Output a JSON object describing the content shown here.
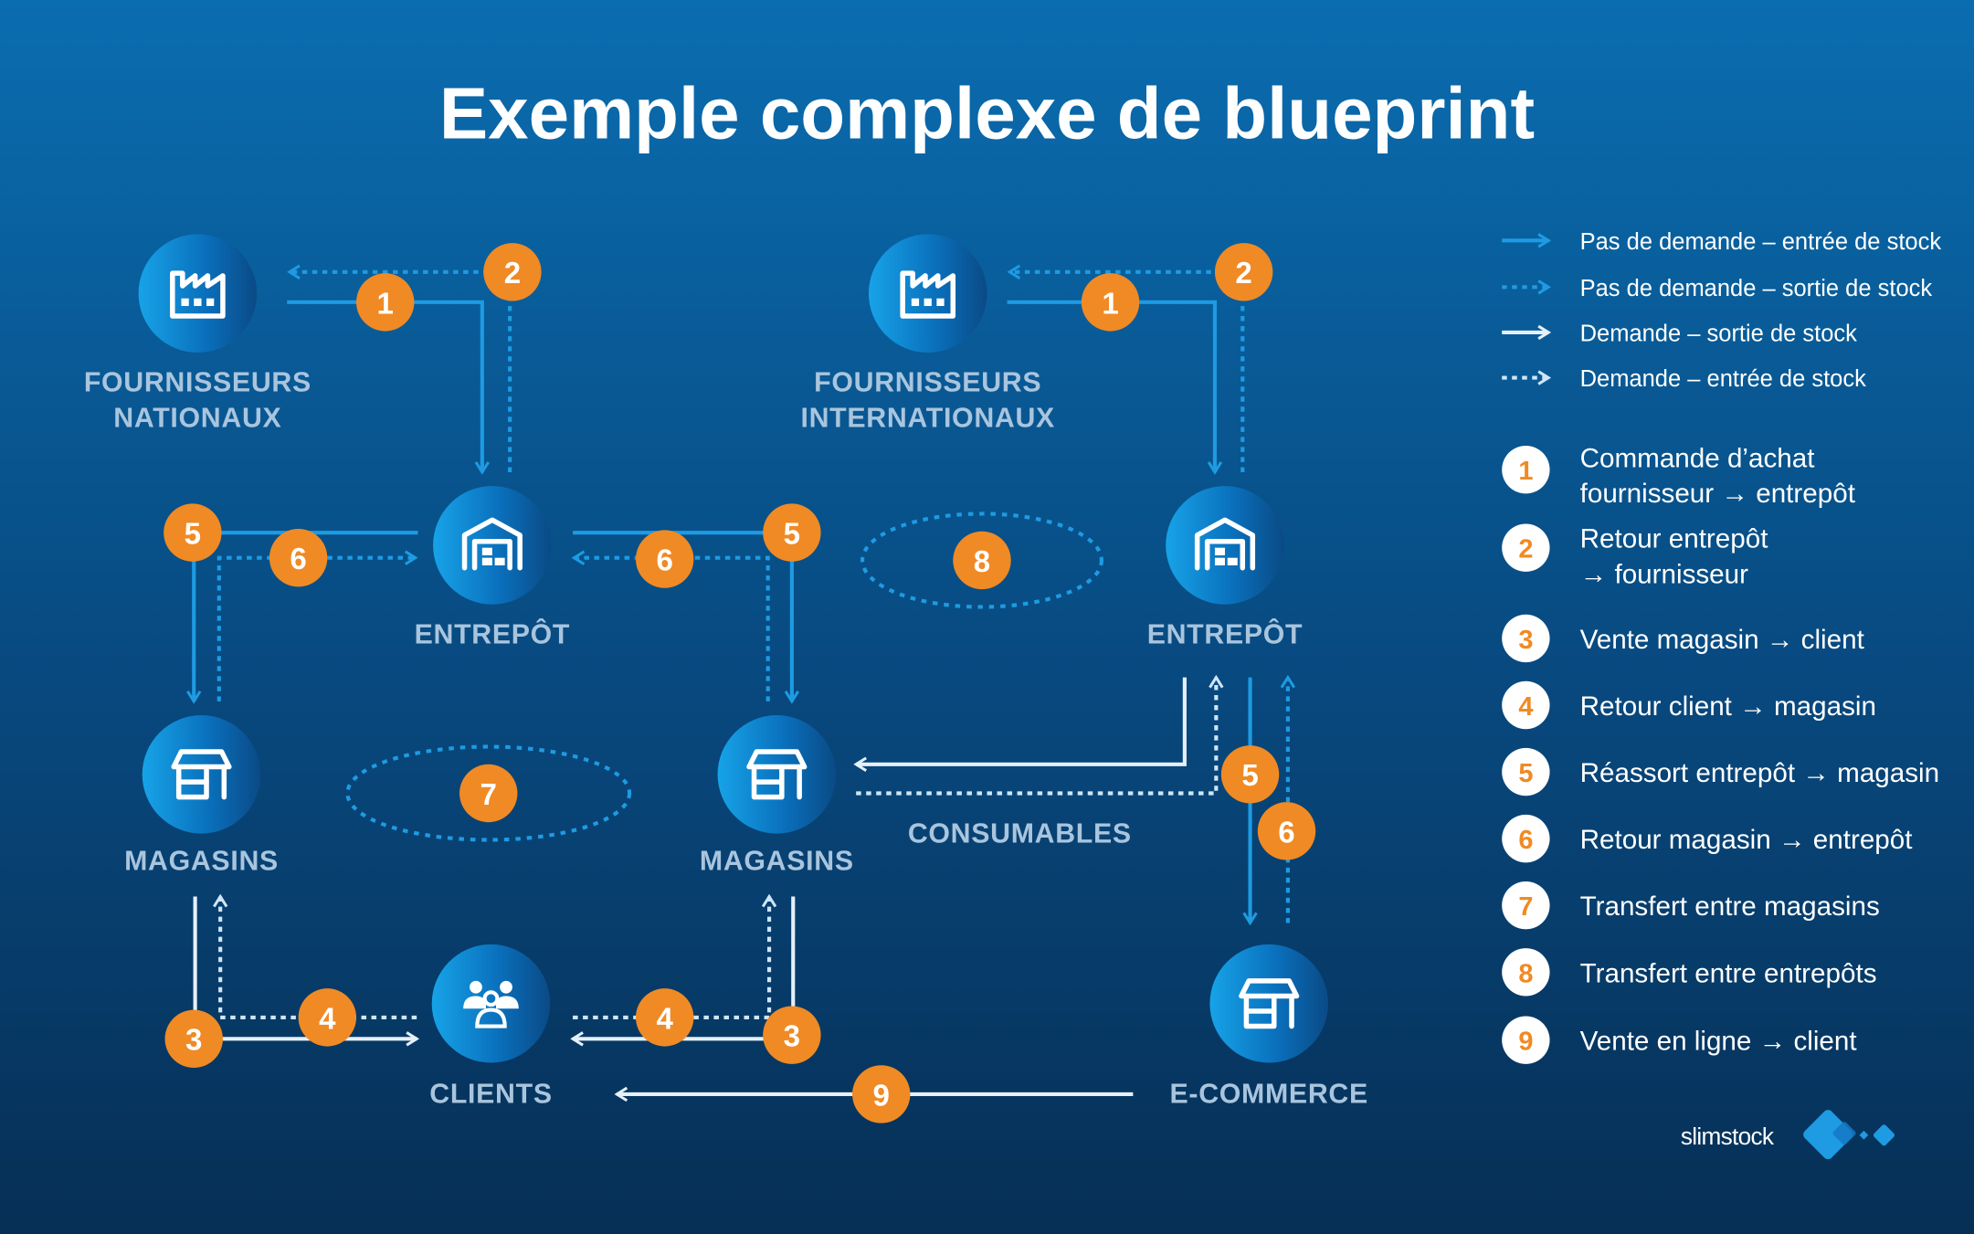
{
  "title": "Exemple complexe de blueprint",
  "colors": {
    "background_top": "#0a6db0",
    "background_bottom": "#073258",
    "accent_orange": "#f08a24",
    "flow_blue": "#1e9be2",
    "flow_white": "#e6f0f8",
    "node_label": "#a9c5de"
  },
  "nodes": {
    "fournisseurs_nationaux": {
      "line1": "FOURNISSEURS",
      "line2": "NATIONAUX",
      "icon": "factory-icon"
    },
    "fournisseurs_internationaux": {
      "line1": "FOURNISSEURS",
      "line2": "INTERNATIONAUX",
      "icon": "factory-icon"
    },
    "entrepot_1": {
      "label": "ENTREPÔT",
      "icon": "warehouse-icon"
    },
    "entrepot_2": {
      "label": "ENTREPÔT",
      "icon": "warehouse-icon"
    },
    "magasins_1": {
      "label": "MAGASINS",
      "icon": "store-icon"
    },
    "magasins_2": {
      "label": "MAGASINS",
      "icon": "store-icon"
    },
    "clients": {
      "label": "CLIENTS",
      "icon": "people-icon"
    },
    "ecommerce": {
      "label": "E-COMMERCE",
      "icon": "store-icon"
    },
    "consumables": {
      "label": "CONSUMABLES"
    }
  },
  "badges": {
    "b1": "1",
    "b2": "2",
    "b3": "3",
    "b4": "4",
    "b5": "5",
    "b6": "6",
    "b7": "7",
    "b8": "8",
    "b9": "9"
  },
  "legend": {
    "line_types": [
      {
        "label": "Pas de demande – entrée de stock",
        "style": "solid-blue"
      },
      {
        "label": "Pas de demande – sortie de stock",
        "style": "dotted-blue"
      },
      {
        "label": "Demande – sortie de stock",
        "style": "solid-white"
      },
      {
        "label": "Demande – entrée de stock",
        "style": "dotted-white"
      }
    ],
    "steps": [
      {
        "num": "1",
        "line1": "Commande d’achat",
        "line2": "fournisseur → entrepôt"
      },
      {
        "num": "2",
        "line1": "Retour entrepôt",
        "line2": "→ fournisseur"
      },
      {
        "num": "3",
        "line1": "Vente magasin → client"
      },
      {
        "num": "4",
        "line1": "Retour client → magasin"
      },
      {
        "num": "5",
        "line1": "Réassort entrepôt → magasin"
      },
      {
        "num": "6",
        "line1": "Retour magasin → entrepôt"
      },
      {
        "num": "7",
        "line1": "Transfert entre magasins"
      },
      {
        "num": "8",
        "line1": "Transfert entre entrepôts"
      },
      {
        "num": "9",
        "line1": "Vente en ligne → client"
      }
    ]
  },
  "logo": {
    "text": "slimstock"
  }
}
